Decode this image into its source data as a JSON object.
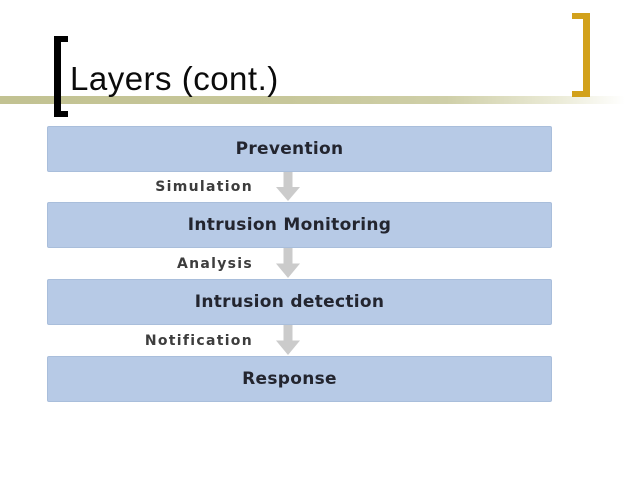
{
  "slide": {
    "title": "Layers (cont.)",
    "background_color": "#ffffff"
  },
  "decorations": {
    "left_bracket_color": "#000000",
    "right_bracket_color": "#d2a11b",
    "underline_color": "#c2c292"
  },
  "diagram": {
    "box_fill_color": "#b7cae6",
    "box_text_color": "#23252f",
    "connector_text_color": "#3d3d3d",
    "arrow_color": "#cbcbcb",
    "boxes": [
      {
        "label": "Prevention"
      },
      {
        "label": "Intrusion Monitoring"
      },
      {
        "label": "Intrusion detection"
      },
      {
        "label": "Response"
      }
    ],
    "connectors": [
      {
        "label": "Simulation"
      },
      {
        "label": "Analysis"
      },
      {
        "label": "Notification"
      }
    ]
  }
}
